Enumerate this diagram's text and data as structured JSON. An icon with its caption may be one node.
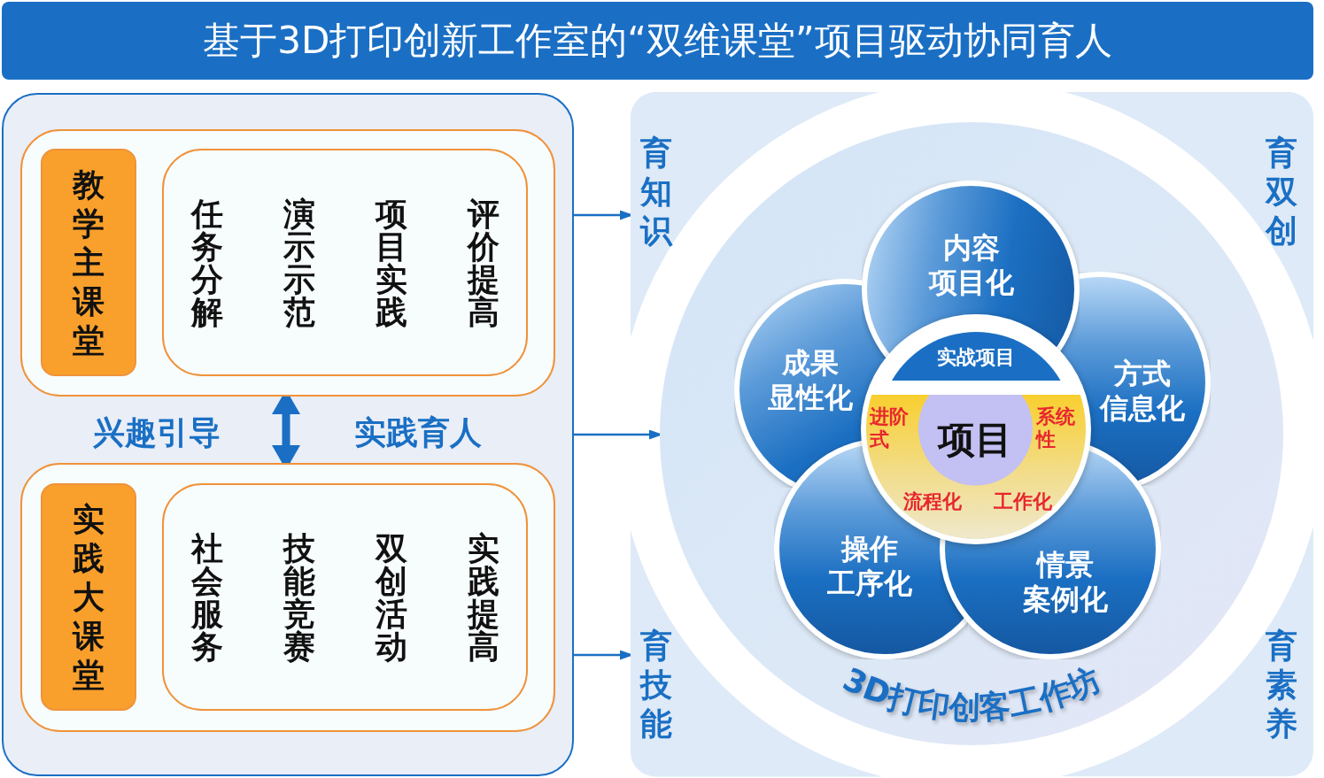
{
  "diagram": {
    "title": "基于3D打印创新工作室的“双维课堂”项目驱动协同育人",
    "nodes": [
      {
        "text": [],
        "shape": "box"
      },
      {
        "text": [],
        "shape": "box",
        "in": 0
      },
      {
        "text": [
          "教学主课堂"
        ],
        "in": 1
      },
      {
        "text": [
          "任务分解",
          "演示示范",
          "项目实践",
          "评价提高"
        ],
        "in": 1
      },
      {
        "text": [],
        "shape": "box",
        "in": 0
      },
      {
        "text": [
          "实践大课堂"
        ],
        "in": 4
      },
      {
        "text": [
          "社会服务",
          "技能竞赛",
          "双创活动",
          "实践提高"
        ],
        "in": 4
      },
      {
        "text": [
          "育知识"
        ]
      },
      {
        "text": [
          "育双创"
        ]
      },
      {
        "text": [
          "3D打印创客工作坊"
        ]
      },
      {
        "text": [
          "内容项目化"
        ],
        "in": 9
      },
      {
        "text": [
          "成果显性化"
        ],
        "in": 9
      },
      {
        "text": [
          "方式信息化"
        ],
        "in": 9
      },
      {
        "text": [],
        "shape": "circle",
        "in": 9
      },
      {
        "text": [
          "实战项目"
        ]
      },
      {
        "text": [
          "进阶式",
          "系统性",
          "流程化",
          "工作化"
        ],
        "in": 13
      },
      {
        "text": [
          "项目"
        ],
        "in": 15
      },
      {
        "text": [
          "操作工序化"
        ],
        "in": 9
      },
      {
        "text": [
          "情景案例化"
        ],
        "in": 9
      },
      {
        "text": [
          "育技能"
        ]
      },
      {
        "text": [
          "育素养"
        ]
      }
    ],
    "edges": [
      {
        "from": 0,
        "to": 7,
        "arrow": "to"
      },
      {
        "from": 0,
        "to": 9,
        "arrow": "to"
      },
      {
        "from": 0,
        "to": 19,
        "arrow": "to"
      },
      {
        "from": 1,
        "to": 4,
        "arrow": "both",
        "style": "thick"
      }
    ],
    "labels": [
      "兴趣引导",
      "实践育人"
    ]
  }
}
